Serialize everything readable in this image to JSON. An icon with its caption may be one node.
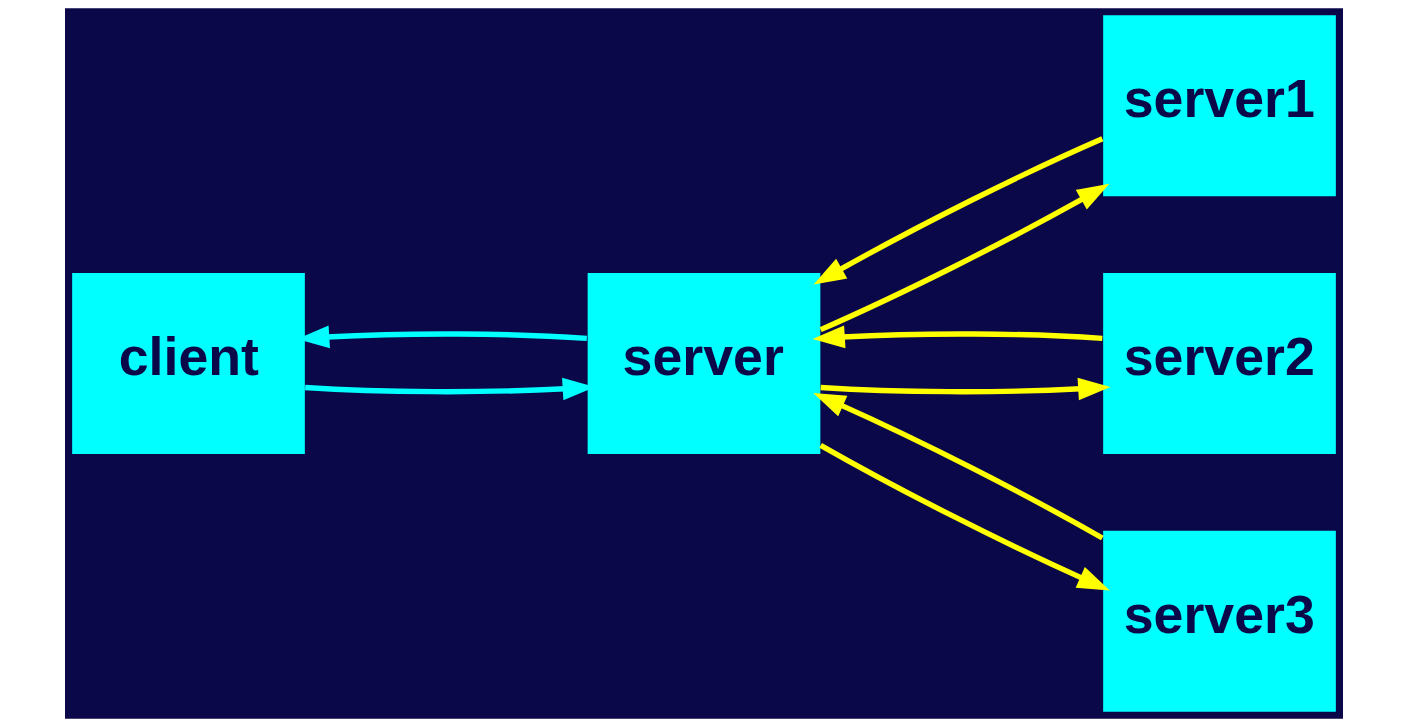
{
  "diagram": {
    "nodes": [
      {
        "text": [
          "client"
        ]
      },
      {
        "text": [
          "server"
        ]
      },
      {
        "text": [
          "server1"
        ]
      },
      {
        "text": [
          "server2"
        ]
      },
      {
        "text": [
          "server3"
        ]
      }
    ],
    "edges": [
      {
        "from": 0,
        "to": 1,
        "arrow": "to",
        "color": "#00ffff"
      },
      {
        "from": 1,
        "to": 0,
        "arrow": "to",
        "color": "#00ffff"
      },
      {
        "from": 1,
        "to": 2,
        "arrow": "to"
      },
      {
        "from": 2,
        "to": 1,
        "arrow": "to"
      },
      {
        "from": 1,
        "to": 3,
        "arrow": "to"
      },
      {
        "from": 3,
        "to": 1,
        "arrow": "to"
      },
      {
        "from": 4,
        "to": 1,
        "arrow": "to"
      },
      {
        "from": 1,
        "to": 4,
        "arrow": "to"
      }
    ]
  }
}
